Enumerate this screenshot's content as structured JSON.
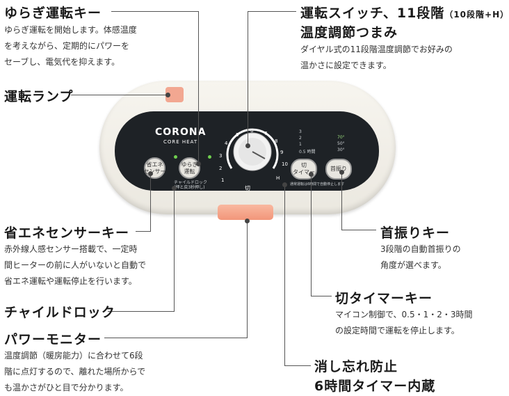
{
  "callouts": {
    "yuragi": {
      "title": "ゆらぎ運転キー",
      "desc": [
        "ゆらぎ運転を開始します。体感温度",
        "を考えながら、定期的にパワーを",
        "セーブし、電気代を抑えます。"
      ]
    },
    "lamp": {
      "title": "運転ランプ"
    },
    "switch": {
      "title_main": "運転スイッチ、11段階",
      "title_sub": "（10段階+H）",
      "title_line2": "温度調節つまみ",
      "desc": [
        "ダイヤル式の11段階温度調節でお好みの",
        "温かさに設定できます。"
      ]
    },
    "eco": {
      "title": "省エネセンサーキー",
      "desc": [
        "赤外線人感センサー搭載で、一定時",
        "間ヒーターの前に人がいないと自動で",
        "省エネ運転や運転停止を行います。"
      ]
    },
    "childlock": {
      "title": "チャイルドロック"
    },
    "monitor": {
      "title": "パワーモニター",
      "desc": [
        "温度調節（暖房能力）に合わせて6段",
        "階に点灯するので、離れた場所からで",
        "も温かさがひと目で分かります。"
      ]
    },
    "swing": {
      "title": "首振りキー",
      "desc": [
        "3段階の自動首振りの",
        "角度が選べます。"
      ]
    },
    "timer": {
      "title": "切タイマーキー",
      "desc": [
        "マイコン制御で、0.5・1・2・3時間",
        "の設定時間で運転を停止します。"
      ]
    },
    "prevent": {
      "title_line1": "消し忘れ防止",
      "title_line2": "6時間タイマー内蔵"
    }
  },
  "device": {
    "brand": "CORONA",
    "model": "CORE HEAT",
    "buttons": {
      "eco": "省エネ\nセンサー",
      "yuragi": "ゆらぎ\n運転",
      "timer": "切\nタイマー",
      "swing": "首振り"
    },
    "childlock_note": "チャイルドロック\n(押と戻3秒押し)",
    "dial_off": "切",
    "dial_numbers": [
      "1",
      "2",
      "3",
      "4",
      "5",
      "6",
      "7",
      "8",
      "9",
      "10",
      "H"
    ],
    "timer_levels": [
      "3",
      "2",
      "1",
      "0.5 時間"
    ],
    "swing_angles": [
      "70°",
      "50°",
      "30°"
    ],
    "auto_off_note": "通常運転は6時間で自動停止します"
  }
}
